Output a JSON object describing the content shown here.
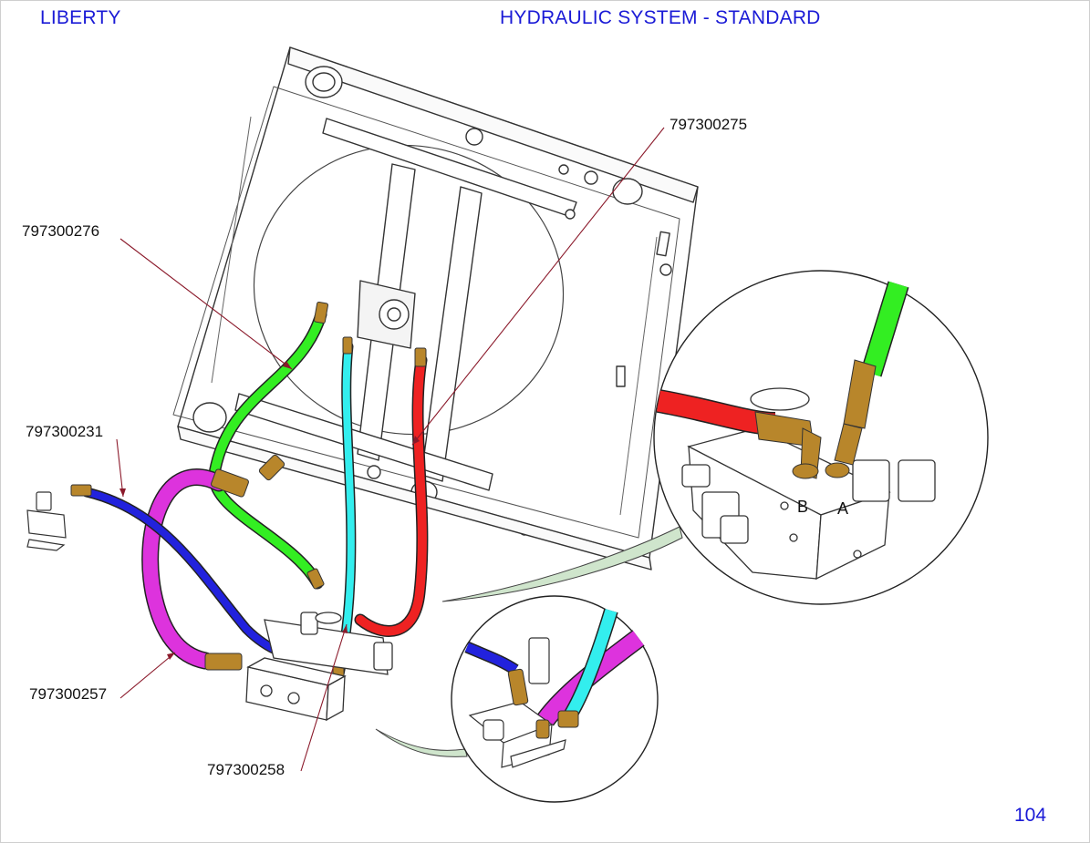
{
  "header": {
    "left_title": "LIBERTY",
    "right_title": "HYDRAULIC SYSTEM - STANDARD"
  },
  "page_number": "104",
  "part_labels": {
    "p275": "797300275",
    "p276": "797300276",
    "p231": "797300231",
    "p257": "797300257",
    "p258": "797300258"
  },
  "detail_ports": {
    "port_b": "B",
    "port_a": "A"
  },
  "colors": {
    "text_blue": "#1a1ad6",
    "leader": "#8b1a2b",
    "hose_green": "#33ee22",
    "hose_cyan": "#33eeee",
    "hose_red": "#ee2222",
    "hose_blue": "#2222dd",
    "hose_magenta": "#dd33dd",
    "fitting_brass": "#b8862b",
    "callout_tail": "#cfe5cc"
  }
}
